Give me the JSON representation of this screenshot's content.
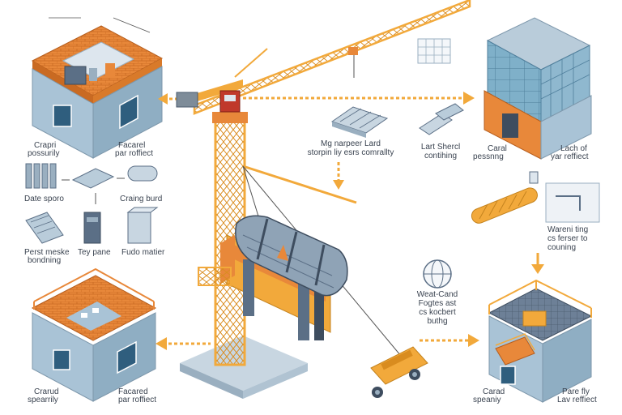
{
  "labels": {
    "top_left_module": [
      "Crapri",
      "possurily",
      "Facarel",
      "par roffiect"
    ],
    "left_flow_row1": [
      "Date sporo",
      "Craing burd"
    ],
    "left_flow_row2": [
      "Perst meske",
      "bondning",
      "Tey pane",
      "Fudo matier"
    ],
    "bottom_left_module": [
      "Crarud",
      "spearrily",
      "Facared",
      "par roffiect"
    ],
    "center_top": [
      "Mg narpeer Lard",
      "storpin liy esrs comrallty"
    ],
    "center_top_right": [
      "Lart Shercl",
      "contihing"
    ],
    "top_right_building": [
      "Caral",
      "pessnng",
      "Lach of",
      "yar reffiect"
    ],
    "right_middle": [
      "Wareni ting",
      "cs ferser to",
      "couning"
    ],
    "right_lower": [
      "Weat-Cand",
      "Fogtes ast",
      "cs kocbert",
      "buthg"
    ],
    "bottom_right_module": [
      "Carad",
      "speaniy",
      "Pare fly",
      "Lav reffiect"
    ]
  },
  "colors": {
    "crane_yellow": "#F2A93B",
    "module_orange": "#E8883A",
    "steel_blue": "#5B6F86",
    "glass_blue": "#6FA3BF",
    "wall_blue": "#A9C3D6",
    "arrow_orange": "#F2A93B",
    "text": "#3A4350"
  },
  "icons": [
    "crane-icon",
    "modular-room-icon",
    "glass-building-icon",
    "roof-deck-icon",
    "pipe-icon",
    "globe-icon",
    "truck-icon"
  ]
}
